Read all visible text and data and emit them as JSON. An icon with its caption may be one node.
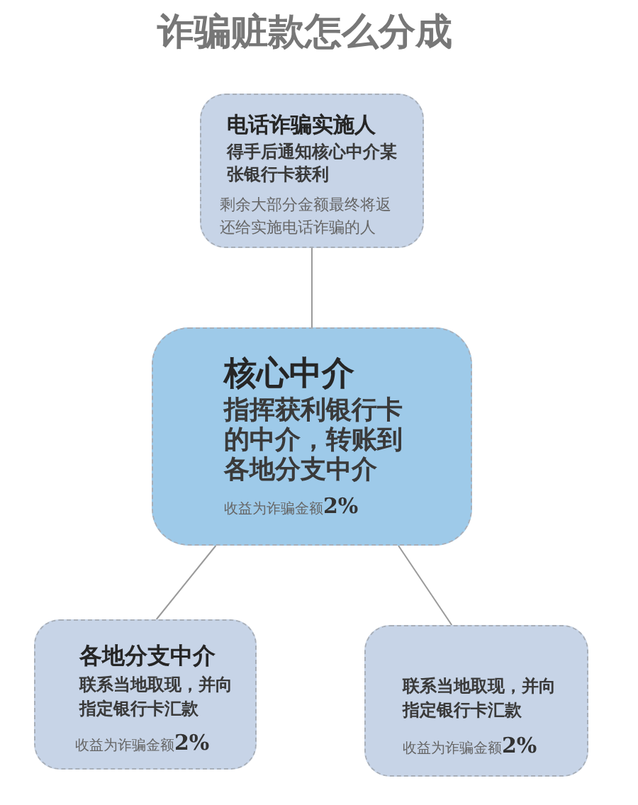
{
  "diagram": {
    "title": "诈骗赃款怎么分成",
    "nodes": [
      {
        "text": [
          "电话诈骗实施人",
          "得手后通知核心中介某张银行卡获利",
          "剩余大部分金额最终将返还给实施电话诈骗的人"
        ]
      },
      {
        "text": [
          "核心中介",
          "指挥获利银行卡的中介，转账到各地分支中介",
          "收益为诈骗金额**2%**"
        ]
      },
      {
        "text": [
          "各地分支中介",
          "联系当地取现，并向指定银行卡汇款",
          "收益为诈骗金额**2%**"
        ]
      },
      {
        "text": [
          "联系当地取现，并向指定银行卡汇款",
          "收益为诈骗金额**2%**"
        ]
      }
    ],
    "edges": [
      {
        "from": 0,
        "to": 1,
        "arrow": "none"
      },
      {
        "from": 1,
        "to": 2,
        "arrow": "none"
      },
      {
        "from": 1,
        "to": 3,
        "arrow": "none"
      }
    ]
  }
}
